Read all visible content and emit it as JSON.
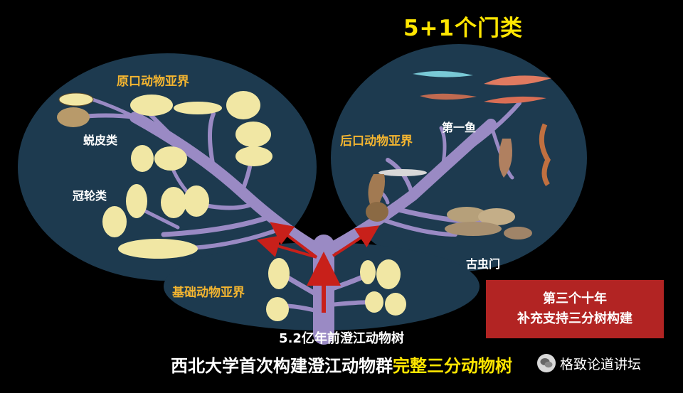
{
  "header": {
    "title": "5+1个门类"
  },
  "groups": {
    "protostome": "原口动物亚界",
    "deuterostome": "后口动物亚界",
    "basal": "基础动物亚界"
  },
  "sublabels": {
    "ecdysozoa": "蜕皮类",
    "lophotrochozoa": "冠轮类",
    "first_fish": "第一鱼",
    "vetulicolia": "古虫门"
  },
  "callout": {
    "line1": "第三个十年",
    "line2": "补充支持三分树构建"
  },
  "tree_caption": "5.2亿年前澄江动物树",
  "bottom_title": {
    "plain": "西北大学首次构建澄江动物群",
    "highlight": "完整三分动物树"
  },
  "watermark": {
    "text": "格致论道讲坛",
    "icon": "wechat-icon"
  },
  "colors": {
    "background": "#000000",
    "ellipse_fill": "#1d3a4f",
    "branch": "#9a8ac4",
    "arrow": "#c8201a",
    "title": "#ffe600",
    "group_label": "#f4b530",
    "callout_bg": "#b22423",
    "fossil_circle": "#f1e7a4"
  }
}
